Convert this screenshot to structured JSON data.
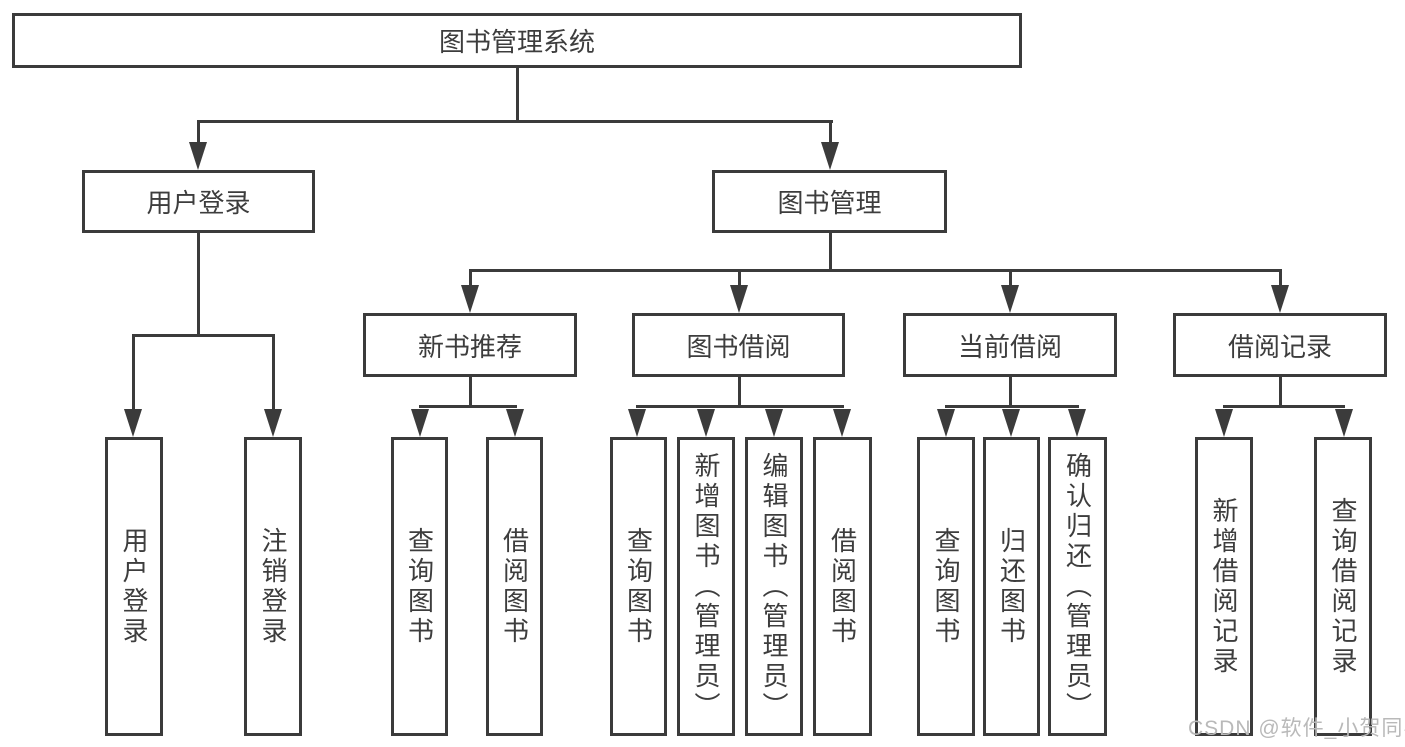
{
  "diagram_title": "图书管理系统",
  "tree": {
    "label": "图书管理系统",
    "children": [
      {
        "label": "用户登录",
        "children": [
          {
            "label": "用户登录"
          },
          {
            "label": "注销登录"
          }
        ]
      },
      {
        "label": "图书管理",
        "children": [
          {
            "label": "新书推荐",
            "children": [
              {
                "label": "查询图书"
              },
              {
                "label": "借阅图书"
              }
            ]
          },
          {
            "label": "图书借阅",
            "children": [
              {
                "label": "查询图书"
              },
              {
                "label": "新增图书（管理员）"
              },
              {
                "label": "编辑图书（管理员）"
              },
              {
                "label": "借阅图书"
              }
            ]
          },
          {
            "label": "当前借阅",
            "children": [
              {
                "label": "查询图书"
              },
              {
                "label": "归还图书"
              },
              {
                "label": "确认归还（管理员）"
              }
            ]
          },
          {
            "label": "借阅记录",
            "children": [
              {
                "label": "新增借阅记录"
              },
              {
                "label": "查询借阅记录"
              }
            ]
          }
        ]
      }
    ]
  },
  "watermark": {
    "text": "CSDN @软件_小贺同学"
  },
  "colors": {
    "line": "#3b3b3b",
    "text": "#3d3d3d",
    "watermark": "#b9b9b9",
    "bg": "#ffffff"
  }
}
